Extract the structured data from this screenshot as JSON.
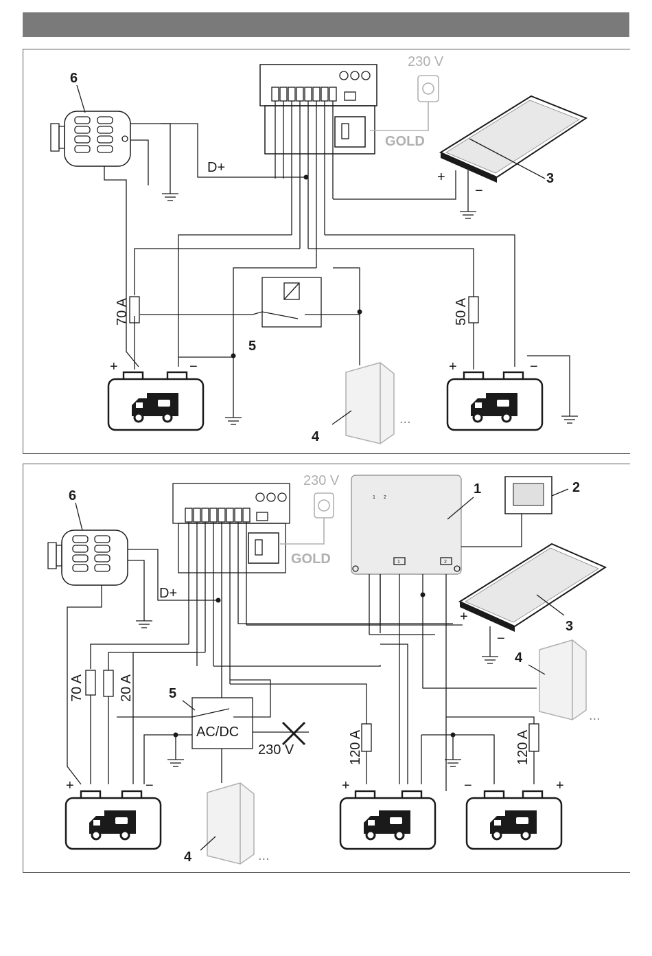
{
  "top": {
    "mains_voltage": "230 V",
    "gold_label": "GOLD",
    "dplus_label": "D+",
    "fuse_starter": "70 A",
    "fuse_service": "50 A",
    "plus_sign": "+",
    "minus_sign": "−",
    "callouts": {
      "alternator": "6",
      "solar": "3",
      "relay": "5",
      "fridge": "4"
    },
    "ellipsis": "..."
  },
  "bottom": {
    "mains_voltage": "230 V",
    "gold_label": "GOLD",
    "dplus_label": "D+",
    "fuse_starter_a": "70 A",
    "fuse_starter_b": "20 A",
    "fuse_service_a": "120 A",
    "fuse_service_b": "120 A",
    "converter_label": "AC/DC",
    "converter_mains": "230 V",
    "plus_sign": "+",
    "minus_sign": "−",
    "callouts": {
      "controller": "1",
      "display": "2",
      "solar": "3",
      "fridge_right": "4",
      "fridge_left": "4",
      "alternator": "6",
      "relay": "5"
    },
    "controller_temp_labels": [
      "1",
      "2"
    ],
    "controller_terminal_labels": [
      "1",
      "2"
    ],
    "ellipsis": "..."
  }
}
